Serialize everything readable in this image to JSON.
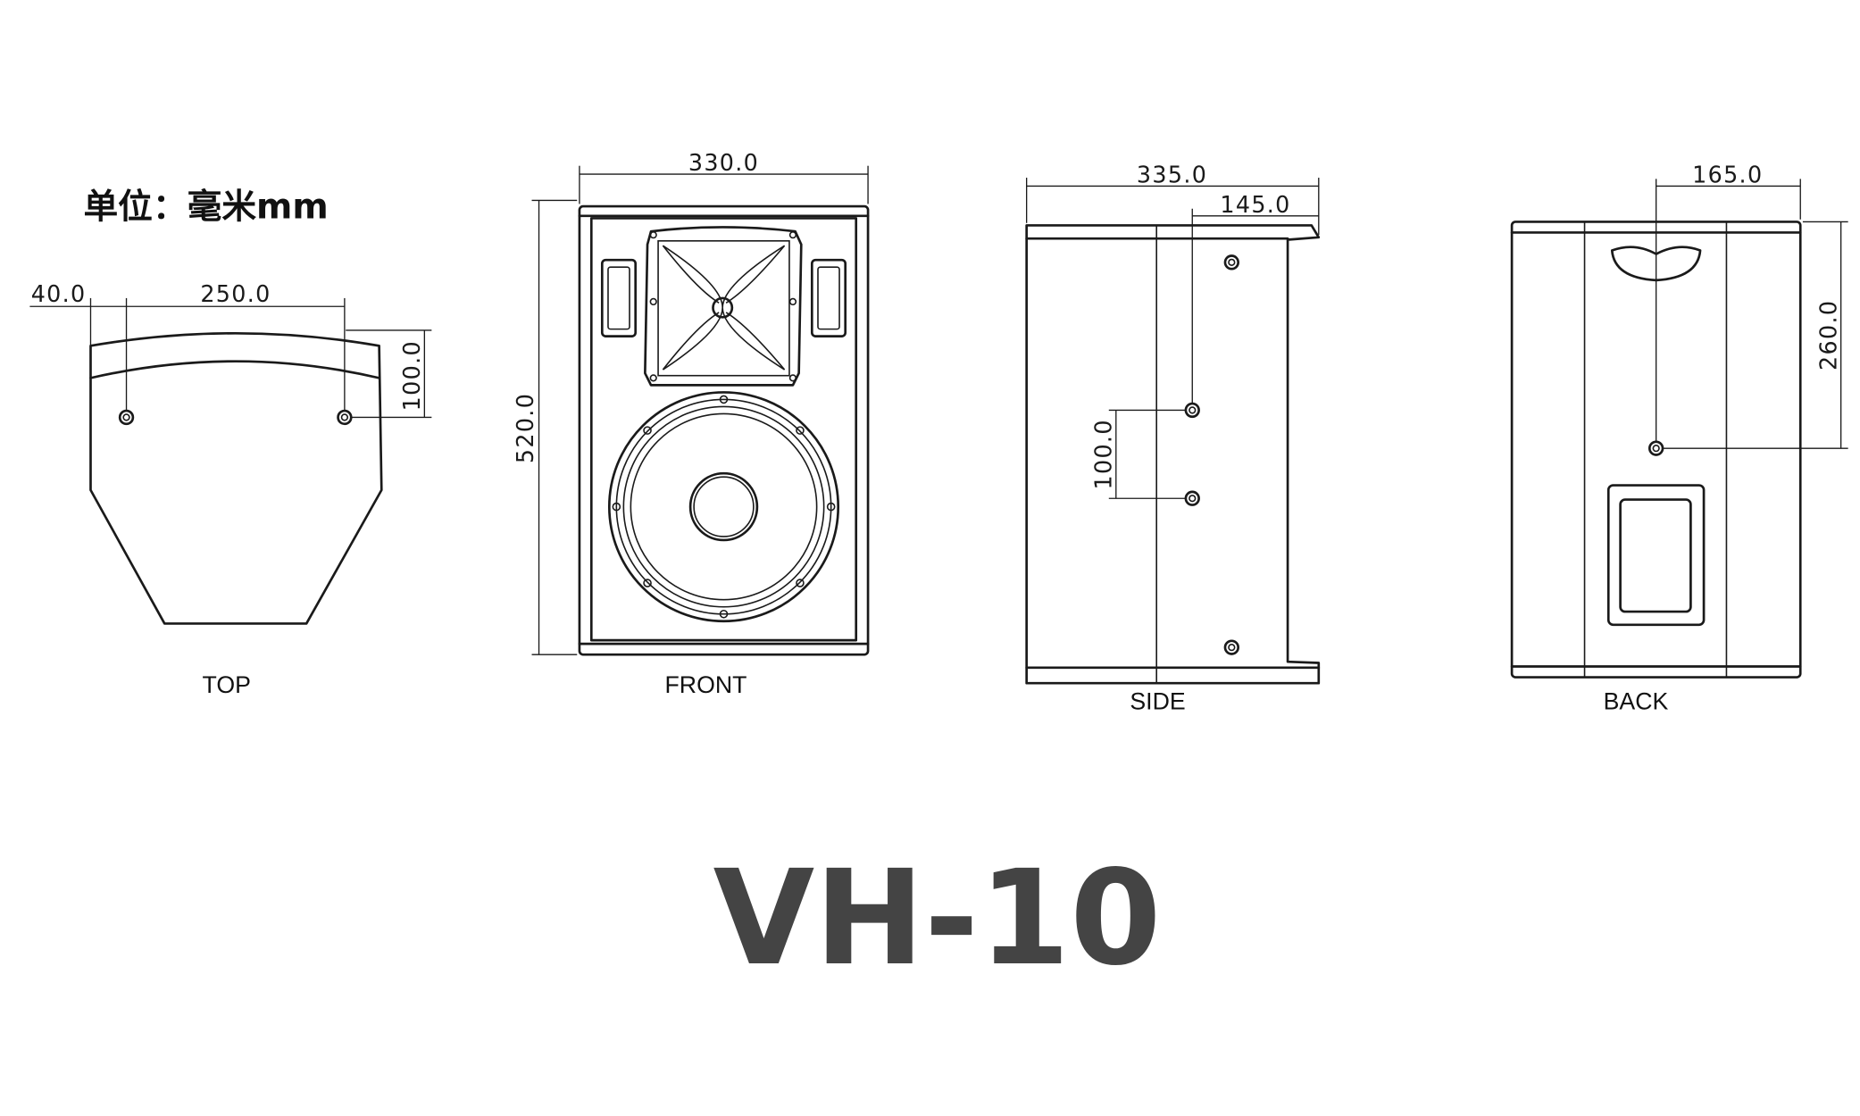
{
  "unit_note": "单位：毫米mm",
  "model": "VH-10",
  "views": {
    "top": {
      "label": "TOP",
      "dims": {
        "offset": "40.0",
        "spacing": "250.0",
        "depth": "100.0"
      }
    },
    "front": {
      "label": "FRONT",
      "dims": {
        "width": "330.0",
        "height": "520.0"
      }
    },
    "side": {
      "label": "SIDE",
      "dims": {
        "depth": "335.0",
        "rig_offset": "145.0",
        "rig_spacing": "100.0"
      }
    },
    "back": {
      "label": "BACK",
      "dims": {
        "rig_offset": "165.0",
        "rig_height": "260.0"
      }
    }
  }
}
